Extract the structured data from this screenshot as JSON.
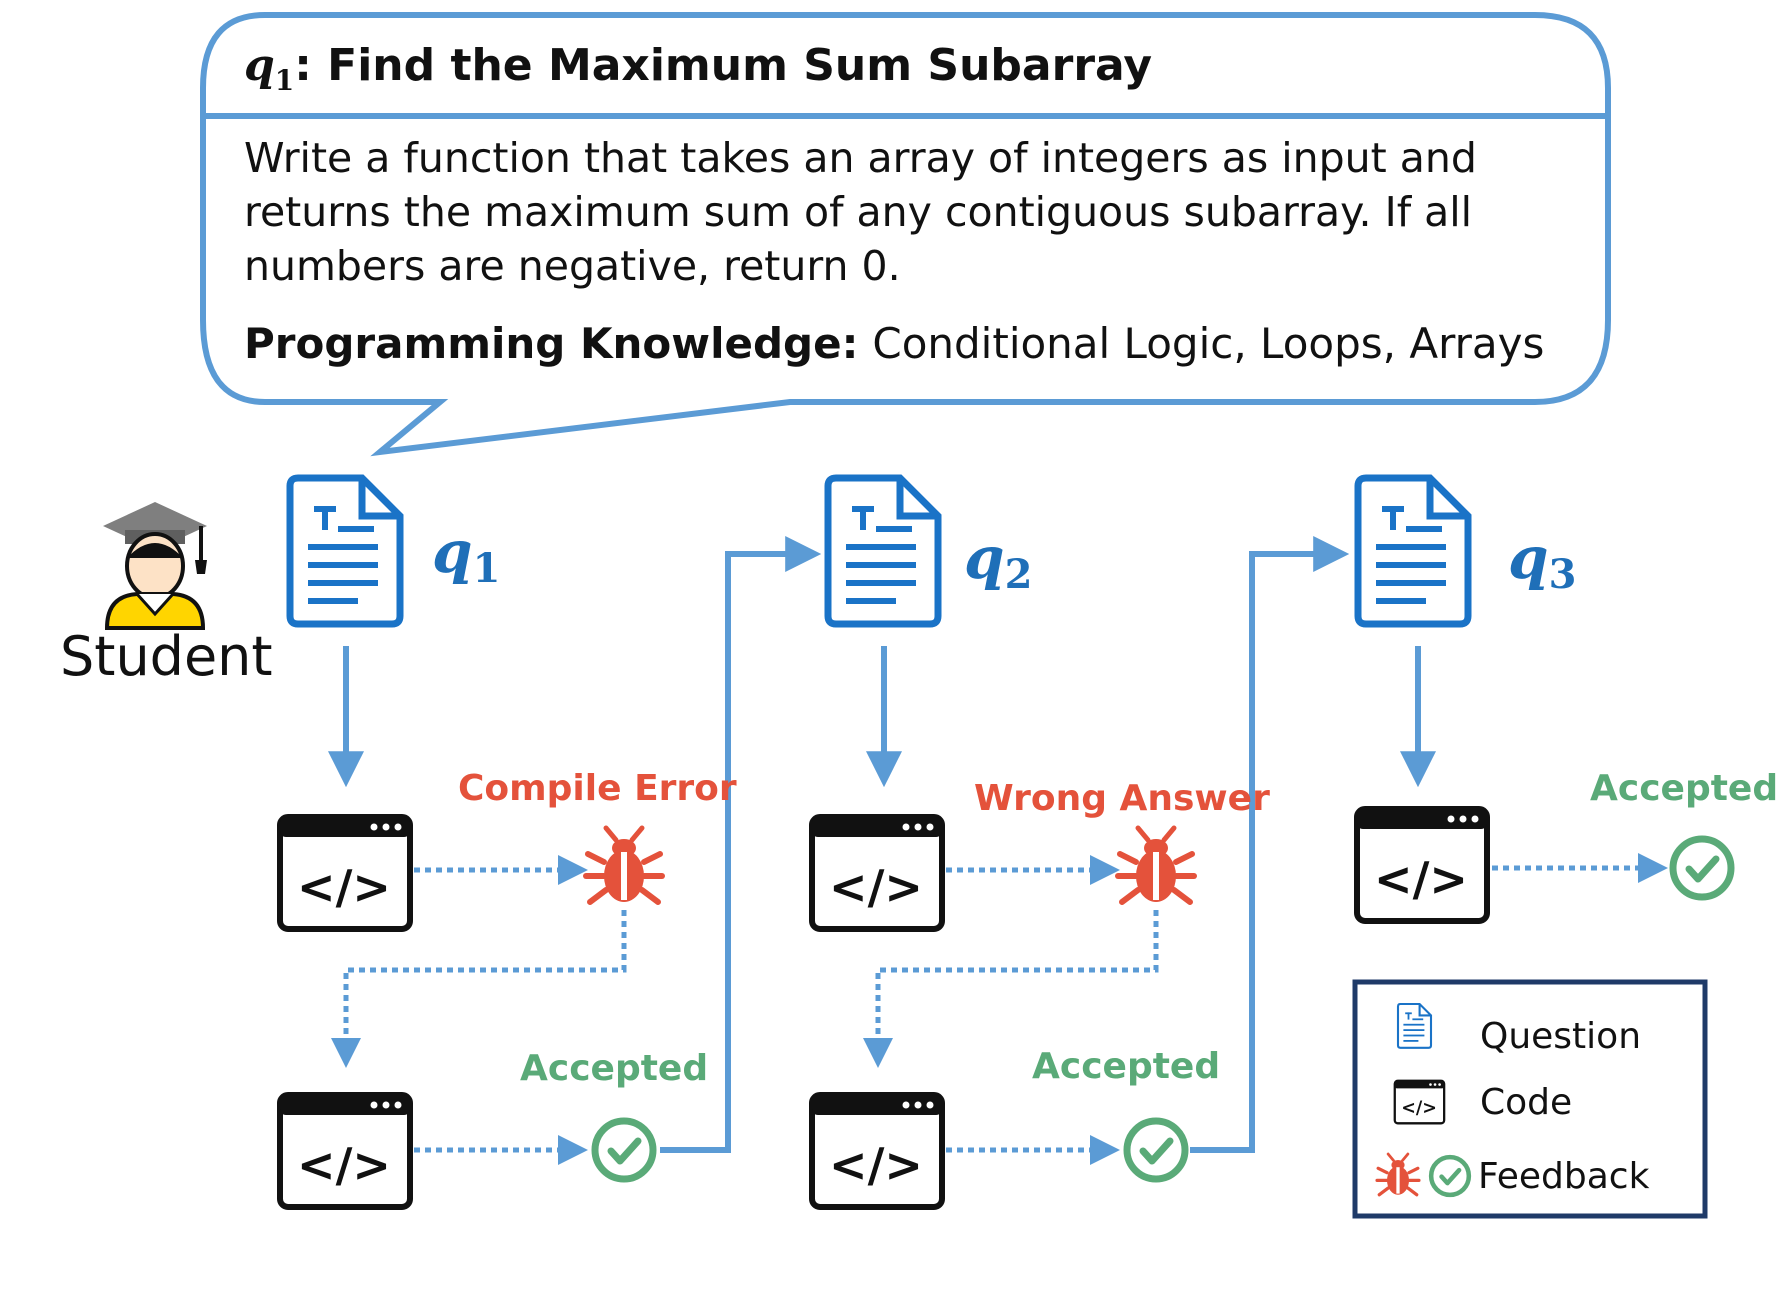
{
  "question_card": {
    "title_var": "q",
    "title_sub": "1",
    "title_text": ": Find the Maximum Sum Subarray",
    "body_lines": [
      "Write a function that takes an array of integers as input and",
      "returns the maximum sum of any contiguous subarray. If all",
      "numbers are negative, return 0."
    ],
    "knowledge_label": "Programming Knowledge:",
    "knowledge_value": "Conditional Logic, Loops, Arrays"
  },
  "student": {
    "label": "Student"
  },
  "questions": [
    {
      "var": "q",
      "sub": "1"
    },
    {
      "var": "q",
      "sub": "2"
    },
    {
      "var": "q",
      "sub": "3"
    }
  ],
  "code_glyph": "</>",
  "feedback": {
    "compile_error": "Compile Error",
    "wrong_answer": "Wrong Answer",
    "accepted": "Accepted"
  },
  "legend": {
    "question": "Question",
    "code": "Code",
    "feedback": "Feedback"
  },
  "colors": {
    "primary_blue": "#5b9bd5",
    "label_blue": "#1f6fb8",
    "error_red": "#e4523b",
    "accepted_green": "#5aaa78",
    "legend_border": "#1f3a68"
  },
  "icons": [
    "document-icon",
    "code-window-icon",
    "bug-icon",
    "check-circle-icon",
    "student-avatar-icon"
  ]
}
